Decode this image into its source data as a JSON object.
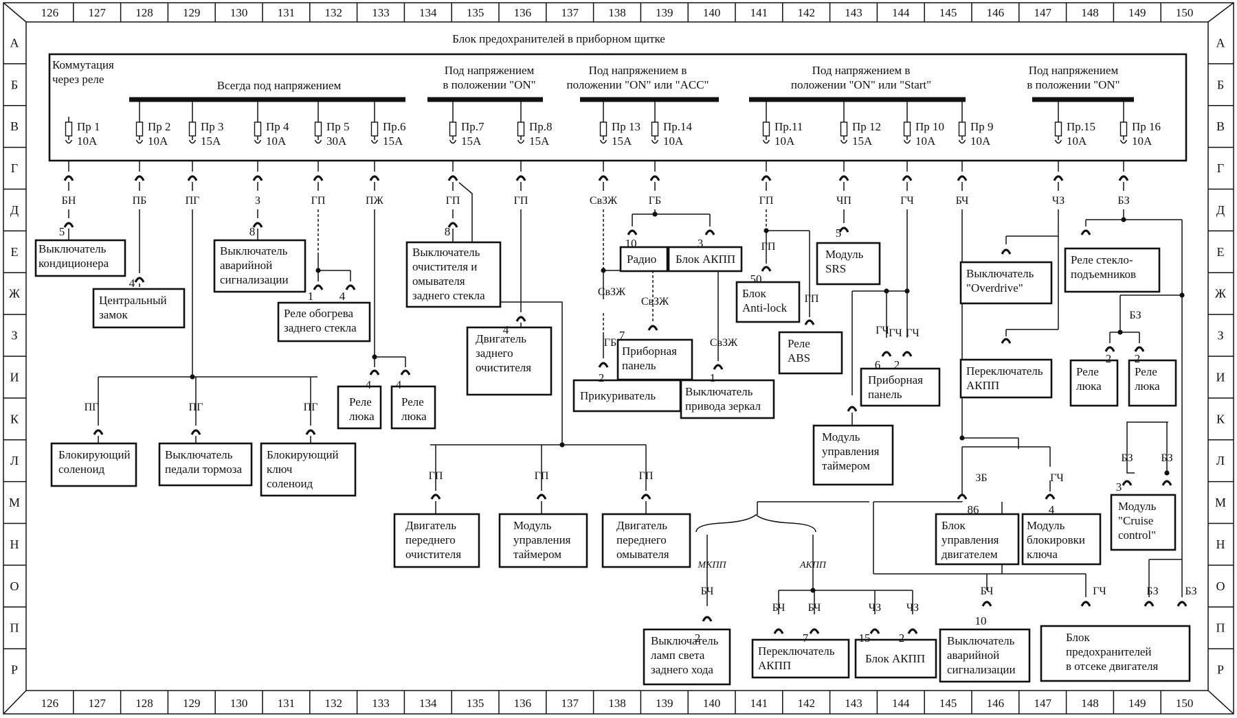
{
  "grid": {
    "columns": [
      "126",
      "127",
      "128",
      "129",
      "130",
      "131",
      "132",
      "133",
      "134",
      "135",
      "136",
      "137",
      "138",
      "139",
      "140",
      "141",
      "142",
      "143",
      "144",
      "145",
      "146",
      "147",
      "148",
      "149",
      "150"
    ],
    "rows": [
      "А",
      "Б",
      "В",
      "Г",
      "Д",
      "Е",
      "Ж",
      "З",
      "И",
      "К",
      "Л",
      "М",
      "Н",
      "О",
      "П",
      "Р"
    ]
  },
  "title": "Блок предохранителей в приборном щитке",
  "groups": [
    {
      "lines": [
        "Коммутация",
        "через реле"
      ]
    },
    {
      "lines": [
        "Всегда под напряжением"
      ]
    },
    {
      "lines": [
        "Под напряжением",
        "в положении \"ON\""
      ]
    },
    {
      "lines": [
        "Под напряжением в",
        "положении \"ON\" или \"ACC\""
      ]
    },
    {
      "lines": [
        "Под напряжением в",
        "положении \"ON\" или \"Start\""
      ]
    },
    {
      "lines": [
        "Под напряжением",
        "в положении \"ON\""
      ]
    }
  ],
  "fuses": [
    {
      "name": "Пр 1",
      "rating": "10А"
    },
    {
      "name": "Пр 2",
      "rating": "10А"
    },
    {
      "name": "Пр 3",
      "rating": "15А"
    },
    {
      "name": "Пр 4",
      "rating": "10А"
    },
    {
      "name": "Пр 5",
      "rating": "30А"
    },
    {
      "name": "Пр.6",
      "rating": "15А"
    },
    {
      "name": "Пр.7",
      "rating": "15А"
    },
    {
      "name": "Пр.8",
      "rating": "15А"
    },
    {
      "name": "Пр 13",
      "rating": "15А"
    },
    {
      "name": "Пр.14",
      "rating": "10А"
    },
    {
      "name": "Пр.11",
      "rating": "10А"
    },
    {
      "name": "Пр 12",
      "rating": "15А"
    },
    {
      "name": "Пр 10",
      "rating": "10А"
    },
    {
      "name": "Пр 9",
      "rating": "10А"
    },
    {
      "name": "Пр.15",
      "rating": "10А"
    },
    {
      "name": "Пр 16",
      "rating": "10А"
    }
  ],
  "wire_colors": [
    "БН",
    "ПБ",
    "ПГ",
    "З",
    "ГП",
    "ПЖ",
    "ГП",
    "ГП",
    "СвЗЖ",
    "ГБ",
    "ГП",
    "ЧП",
    "ГЧ",
    "БЧ",
    "ЧЗ",
    "БЗ",
    "СвЗЖ",
    "СвЗЖ",
    "ГБ",
    "СвЗЖ",
    "ГП",
    "ГП",
    "ГЧ",
    "ГЧ",
    "ГЧ",
    "БЗ",
    "БЗ",
    "БЗ",
    "ПГ",
    "ПГ",
    "ПГ",
    "ГП",
    "ГП",
    "ГП",
    "ЗБ",
    "ГЧ",
    "БЧ",
    "БЧ",
    "БЧ",
    "ЧЗ",
    "ЧЗ",
    "БЧ",
    "ГЧ",
    "БЗ",
    "БЗ"
  ],
  "pins": [
    "5",
    "4",
    "8",
    "1",
    "4",
    "8",
    "4",
    "4",
    "4",
    "10",
    "3",
    "7",
    "2",
    "1",
    "50",
    "5",
    "6",
    "2",
    "86",
    "4",
    "3",
    "2",
    "2",
    "2",
    "7",
    "15",
    "2",
    "10"
  ],
  "branch_labels": [
    "МКПП",
    "АКПП"
  ],
  "components": [
    {
      "lines": [
        "Выключатель",
        "кондиционера"
      ]
    },
    {
      "lines": [
        "Центральный",
        "замок"
      ]
    },
    {
      "lines": [
        "Выключатель",
        "аварийной",
        "сигнализации"
      ]
    },
    {
      "lines": [
        "Реле обогрева",
        "заднего стекла"
      ]
    },
    {
      "lines": [
        "Выключатель",
        "очистителя и",
        "омывателя",
        "заднего стекла"
      ]
    },
    {
      "lines": [
        "Двигатель",
        "заднего",
        "очистителя"
      ]
    },
    {
      "lines": [
        "Реле",
        "люка"
      ]
    },
    {
      "lines": [
        "Реле",
        "люка"
      ]
    },
    {
      "lines": [
        "Блокирующий",
        "соленоид"
      ]
    },
    {
      "lines": [
        "Выключатель",
        "педали тормоза"
      ]
    },
    {
      "lines": [
        "Блокирующий",
        "ключ",
        "соленоид"
      ]
    },
    {
      "lines": [
        "Двигатель",
        "переднего",
        "очистителя"
      ]
    },
    {
      "lines": [
        "Модуль",
        "управления",
        "таймером"
      ]
    },
    {
      "lines": [
        "Двигатель",
        "переднего",
        "омывателя"
      ]
    },
    {
      "lines": [
        "Радио"
      ]
    },
    {
      "lines": [
        "Блок АКПП"
      ]
    },
    {
      "lines": [
        "Приборная",
        "панель"
      ]
    },
    {
      "lines": [
        "Прикуриватель"
      ]
    },
    {
      "lines": [
        "Выключатель",
        "привода зеркал"
      ]
    },
    {
      "lines": [
        "Модуль",
        "SRS"
      ]
    },
    {
      "lines": [
        "Блок",
        "Anti-lock"
      ]
    },
    {
      "lines": [
        "Реле",
        "ABS"
      ]
    },
    {
      "lines": [
        "Приборная",
        "панель"
      ]
    },
    {
      "lines": [
        "Модуль",
        "управления",
        "таймером"
      ]
    },
    {
      "lines": [
        "Выключатель",
        "\"Overdrive\""
      ]
    },
    {
      "lines": [
        "Переключатель",
        "АКПП"
      ]
    },
    {
      "lines": [
        "Реле стекло-",
        "подъемников"
      ]
    },
    {
      "lines": [
        "Реле",
        "люка"
      ]
    },
    {
      "lines": [
        "Реле",
        "люка"
      ]
    },
    {
      "lines": [
        "Модуль",
        "\"Cruise",
        "control\""
      ]
    },
    {
      "lines": [
        "Блок",
        "управления",
        "двигателем"
      ]
    },
    {
      "lines": [
        "Модуль",
        "блокировки",
        "ключа"
      ]
    },
    {
      "lines": [
        "Выключатель",
        "ламп света",
        "заднего хода"
      ]
    },
    {
      "lines": [
        "Переключатель",
        "АКПП"
      ]
    },
    {
      "lines": [
        "Блок АКПП"
      ]
    },
    {
      "lines": [
        "Выключатель",
        "аварийной",
        "сигнализации"
      ]
    },
    {
      "lines": [
        "Блок",
        "предохранителей",
        "в отсеке двигателя"
      ]
    }
  ]
}
